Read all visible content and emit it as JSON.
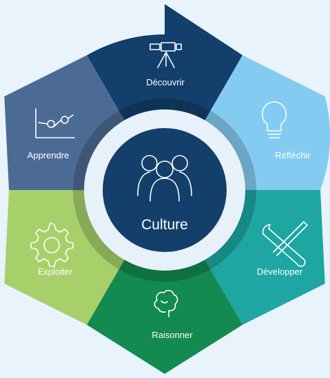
{
  "center": {
    "label": "Culture",
    "icon": "people-group-icon"
  },
  "segments": [
    {
      "id": "decouvrir",
      "label": "Découvrir",
      "icon": "telescope-icon",
      "color": "#123f6b"
    },
    {
      "id": "reflechir",
      "label": "Réfléchir",
      "icon": "lightbulb-icon",
      "color": "#83cbf0"
    },
    {
      "id": "developper",
      "label": "Développer",
      "icon": "tools-icon",
      "color": "#1ea6a3"
    },
    {
      "id": "raisonner",
      "label": "Raisonner",
      "icon": "brain-icon",
      "color": "#138a4f"
    },
    {
      "id": "exploiter",
      "label": "Exploiter",
      "icon": "gear-icon",
      "color": "#a7d06a"
    },
    {
      "id": "apprendre",
      "label": "Apprendre",
      "icon": "line-chart-icon",
      "color": "#4c6b94"
    }
  ],
  "colors": {
    "background": "#e9f3fb",
    "inner_ring": "#e6f1f9",
    "center": "#143f6a"
  }
}
